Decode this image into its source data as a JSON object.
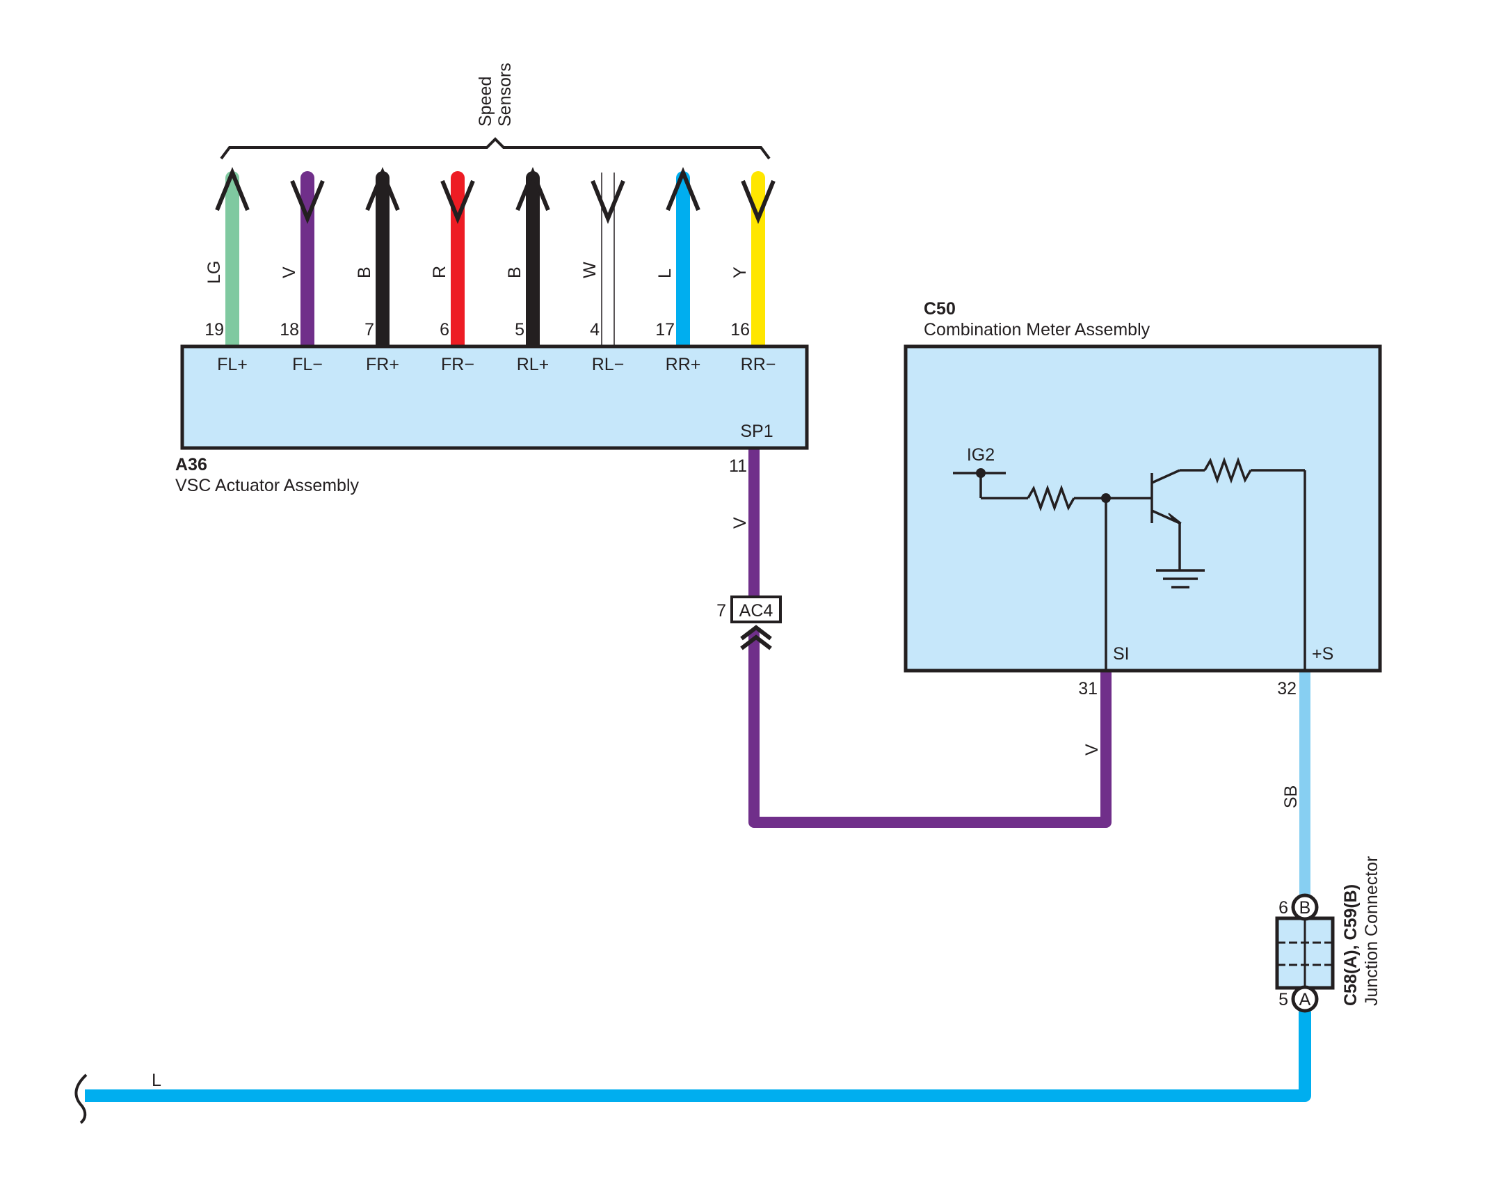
{
  "speed_sensors_label": [
    "Speed",
    "Sensors"
  ],
  "actuator": {
    "code": "A36",
    "name": "VSC Actuator Assembly",
    "output_terminal": "SP1",
    "output_pin": "11",
    "output_wire_color": "V",
    "pins": [
      {
        "pin": "19",
        "terminal": "FL+",
        "wire": "LG",
        "hex": "#7fc9a0",
        "dir": "up"
      },
      {
        "pin": "18",
        "terminal": "FL−",
        "wire": "V",
        "hex": "#702f8a",
        "dir": "down"
      },
      {
        "pin": "7",
        "terminal": "FR+",
        "wire": "B",
        "hex": "#231f20",
        "dir": "up"
      },
      {
        "pin": "6",
        "terminal": "FR−",
        "wire": "R",
        "hex": "#ed1c24",
        "dir": "down"
      },
      {
        "pin": "5",
        "terminal": "RL+",
        "wire": "B",
        "hex": "#231f20",
        "dir": "up"
      },
      {
        "pin": "4",
        "terminal": "RL−",
        "wire": "W",
        "hex": "#ffffff",
        "dir": "down"
      },
      {
        "pin": "17",
        "terminal": "RR+",
        "wire": "L",
        "hex": "#00aeef",
        "dir": "up"
      },
      {
        "pin": "16",
        "terminal": "RR−",
        "wire": "Y",
        "hex": "#ffe600",
        "dir": "down"
      }
    ]
  },
  "ac4": {
    "pin": "7",
    "name": "AC4"
  },
  "meter": {
    "code": "C50",
    "name": "Combination Meter Assembly",
    "ig2": "IG2",
    "si_label": "SI",
    "si_pin": "31",
    "si_wire_color": "V",
    "plus_s_label": "+S",
    "plus_s_pin": "32",
    "plus_s_wire_color": "SB"
  },
  "junction": {
    "title": "C58(A), C59(B)",
    "subtitle": "Junction Connector",
    "pin_b": "6",
    "pin_a": "5",
    "letter_b": "B",
    "letter_a": "A"
  },
  "bottom_wire_color": "L",
  "colors": {
    "box_fill": "#c6e7fa",
    "outline": "#231f20",
    "violet": "#702f8a",
    "sky_blue": "#87cff2",
    "blue": "#00aeef"
  }
}
